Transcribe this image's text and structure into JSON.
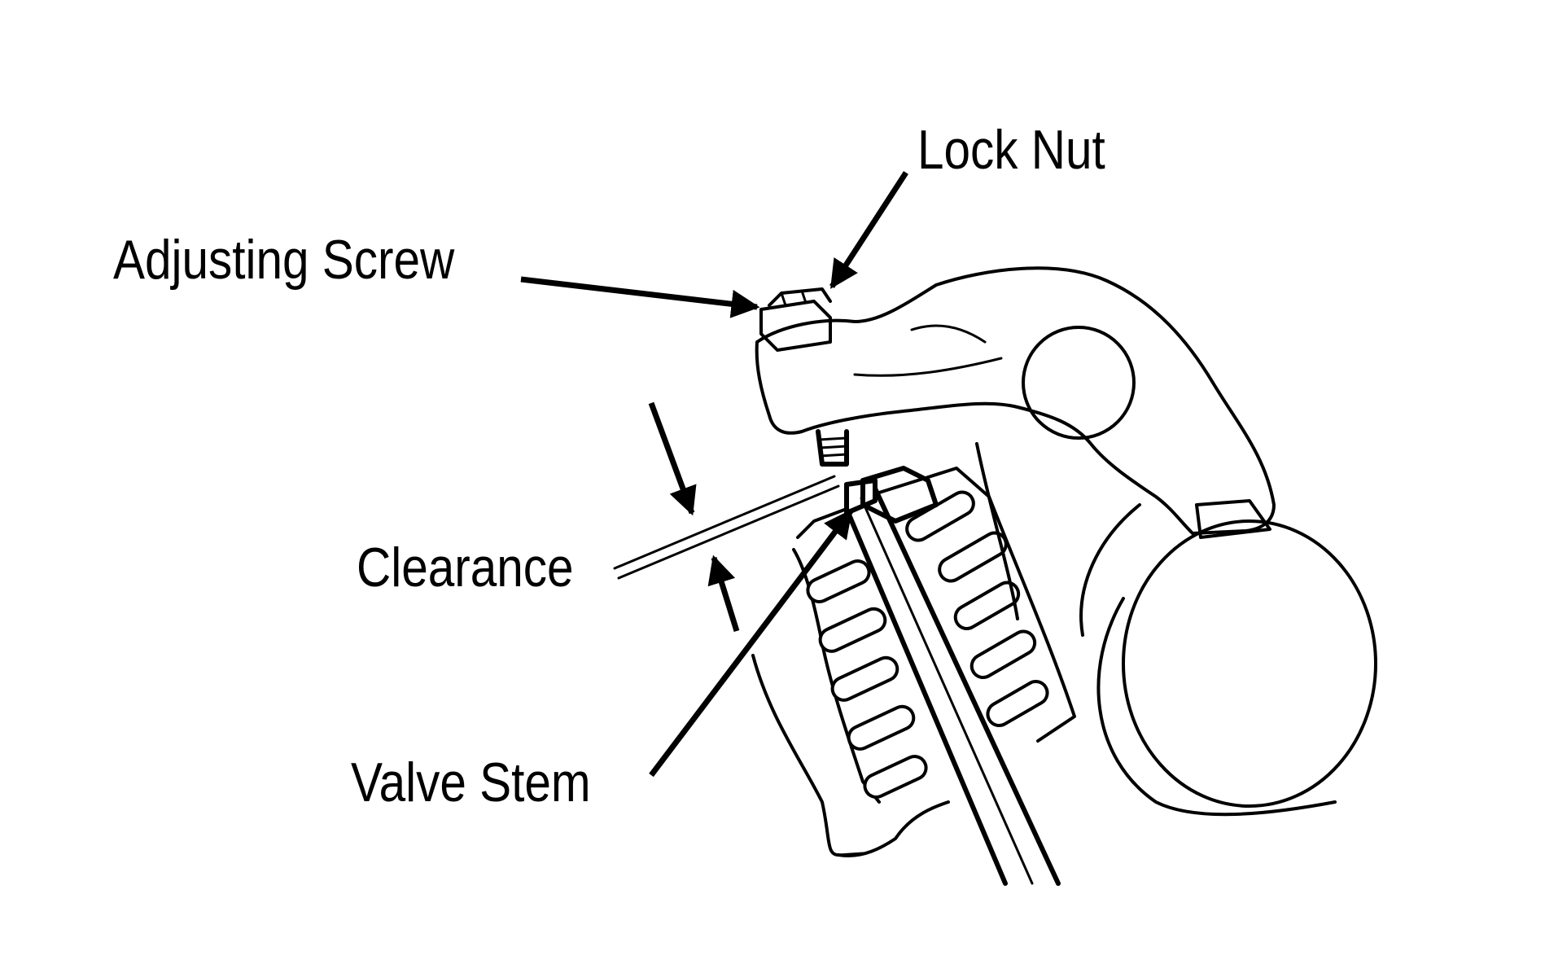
{
  "labels": {
    "lock_nut": "Lock Nut",
    "adjusting_screw": "Adjusting Screw",
    "clearance": "Clearance",
    "valve_stem": "Valve Stem"
  },
  "colors": {
    "ink": "#000000",
    "paper": "#ffffff"
  }
}
